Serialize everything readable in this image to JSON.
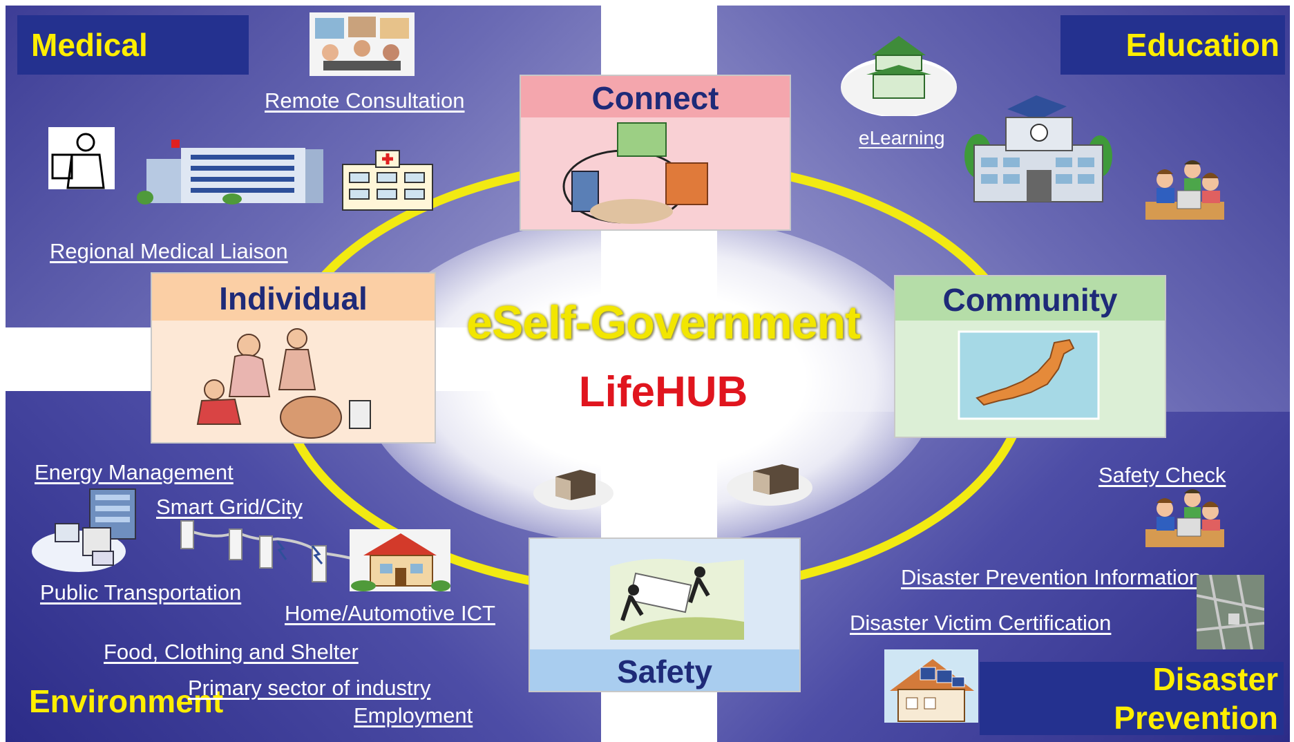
{
  "quadrants": {
    "medical": "Medical",
    "education": "Education",
    "environment": "Environment",
    "disaster_line1": "Disaster",
    "disaster_line2": "Prevention"
  },
  "center": {
    "title": "eSelf-Government",
    "subtitle": "LifeHUB"
  },
  "cards": {
    "connect": "Connect",
    "individual": "Individual",
    "community": "Community",
    "safety": "Safety"
  },
  "medical_links": {
    "remote": "Remote Consultation",
    "regional": "Regional Medical Liaison"
  },
  "education_links": {
    "elearning": "eLearning"
  },
  "environment_links": {
    "energy": "Energy Management",
    "smartgrid": "Smart Grid/City",
    "transport": "Public Transportation",
    "home": "Home/Automotive ICT",
    "food": "Food, Clothing and Shelter",
    "primary": "Primary sector of industry",
    "employment": "Employment"
  },
  "disaster_links": {
    "safety_check": "Safety Check",
    "info": "Disaster Prevention Information",
    "victim": "Disaster Victim Certification"
  },
  "colors": {
    "quadrant_blue": "#24318f",
    "title_yellow": "#ffee00",
    "ring_yellow": "#f2ea12",
    "hub_red": "#e0151e",
    "connect": "#f4a6ad",
    "individual": "#fbcfa5",
    "community": "#b5dda8",
    "safety": "#a9cdef"
  }
}
